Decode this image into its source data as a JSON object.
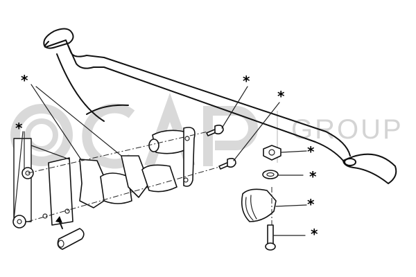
{
  "watermark": {
    "brand": "OCAP",
    "group": "GROUP"
  },
  "callouts": [
    {
      "id": "bushings-left",
      "marker": "*"
    },
    {
      "id": "bracket-washers",
      "marker": "*"
    },
    {
      "id": "bolt-upper",
      "marker": "*"
    },
    {
      "id": "bolt-lower",
      "marker": "*"
    },
    {
      "id": "nut",
      "marker": "*"
    },
    {
      "id": "washer",
      "marker": "*"
    },
    {
      "id": "end-bushing",
      "marker": "*"
    },
    {
      "id": "end-bolt",
      "marker": "*"
    }
  ],
  "colors": {
    "line": "#111111",
    "watermark": "#d9d9d9",
    "background": "#ffffff"
  }
}
